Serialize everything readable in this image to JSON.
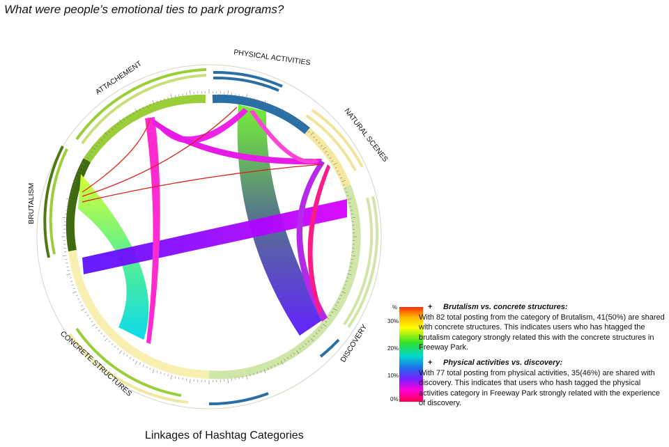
{
  "title": "What were people’s emotional ties to park programs?",
  "subtitle": "Linkages of Hashtag Categories",
  "categories": [
    {
      "label": "PHYSICAL ACTIVITIES",
      "color": "#2f6fa8"
    },
    {
      "label": "NATURAL SCENES",
      "color": "#f3e39a"
    },
    {
      "label": "DISCOVERY",
      "color": "#cfe6a8"
    },
    {
      "label": "CONCRETE STRUCTURES",
      "color": "#f7f0b0"
    },
    {
      "label": "BRUTALISM",
      "color": "#4d7a12"
    },
    {
      "label": "ATTACHEMENT",
      "color": "#9bcf3a"
    }
  ],
  "legend": {
    "ticks": [
      "%",
      "30%",
      "20%",
      "10%",
      "0%"
    ]
  },
  "notes": [
    {
      "bullet": "+",
      "heading": "Brutalism vs. concrete structures:",
      "body": "With 82 total posting from the category of Brutalism, 41(50%) are shared with concrete structures. This indicates users who has htagged the brutalism category strongly related this with the concrete structures in Freeway Park."
    },
    {
      "bullet": "+",
      "heading": "Physical activities vs. discovery:",
      "body": "With 77 total posting from physical activities, 35(46%) are shared with discovery. This indicates that users who hash tagged the physical activities category in Freeway Park strongly related with the experience of discovery."
    }
  ]
}
